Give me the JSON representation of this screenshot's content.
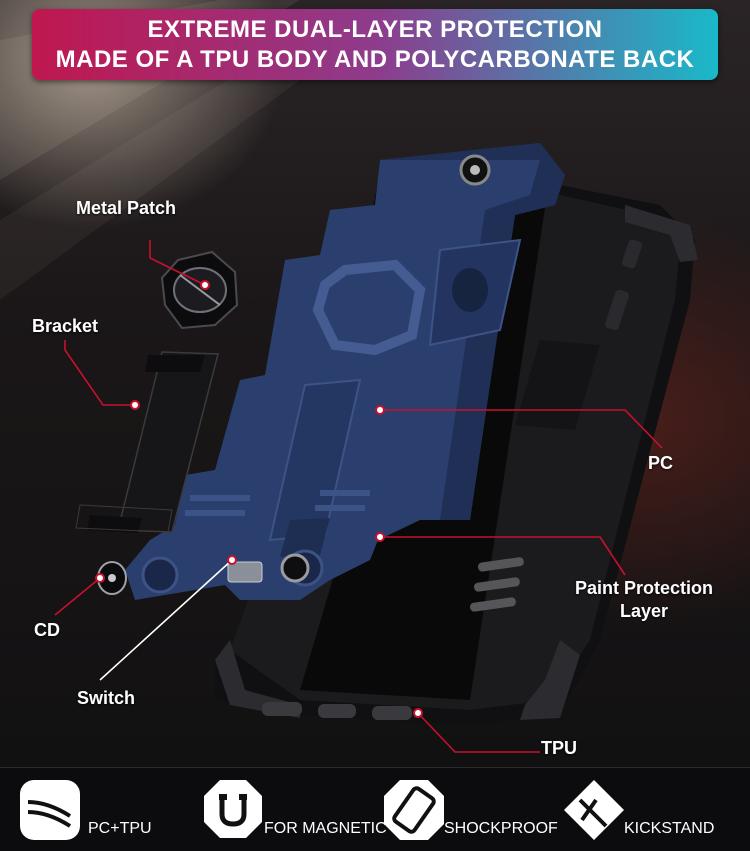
{
  "banner": {
    "line1": "EXTREME DUAL-LAYER PROTECTION",
    "line2": "MADE OF A TPU BODY AND POLYCARBONATE BACK"
  },
  "callouts": {
    "metal_patch": "Metal Patch",
    "bracket": "Bracket",
    "cd": "CD",
    "switch": "Switch",
    "pc": "PC",
    "paint_protection_line1": "Paint Protection",
    "paint_protection_line2": "Layer",
    "tpu": "TPU"
  },
  "features": [
    {
      "label": "PC+TPU",
      "icon": "pc-tpu-icon"
    },
    {
      "label": "FOR MAGNETIC",
      "icon": "magnet-icon"
    },
    {
      "label": "SHOCKPROOF",
      "icon": "shockproof-icon"
    },
    {
      "label": "KICKSTAND",
      "icon": "kickstand-icon"
    }
  ],
  "colors": {
    "banner_start": "#c0174f",
    "banner_end": "#19b9c9",
    "case_blue": "#2b3f6e",
    "callout_red": "#c8102e",
    "tpu_black": "#1a1a1c"
  }
}
